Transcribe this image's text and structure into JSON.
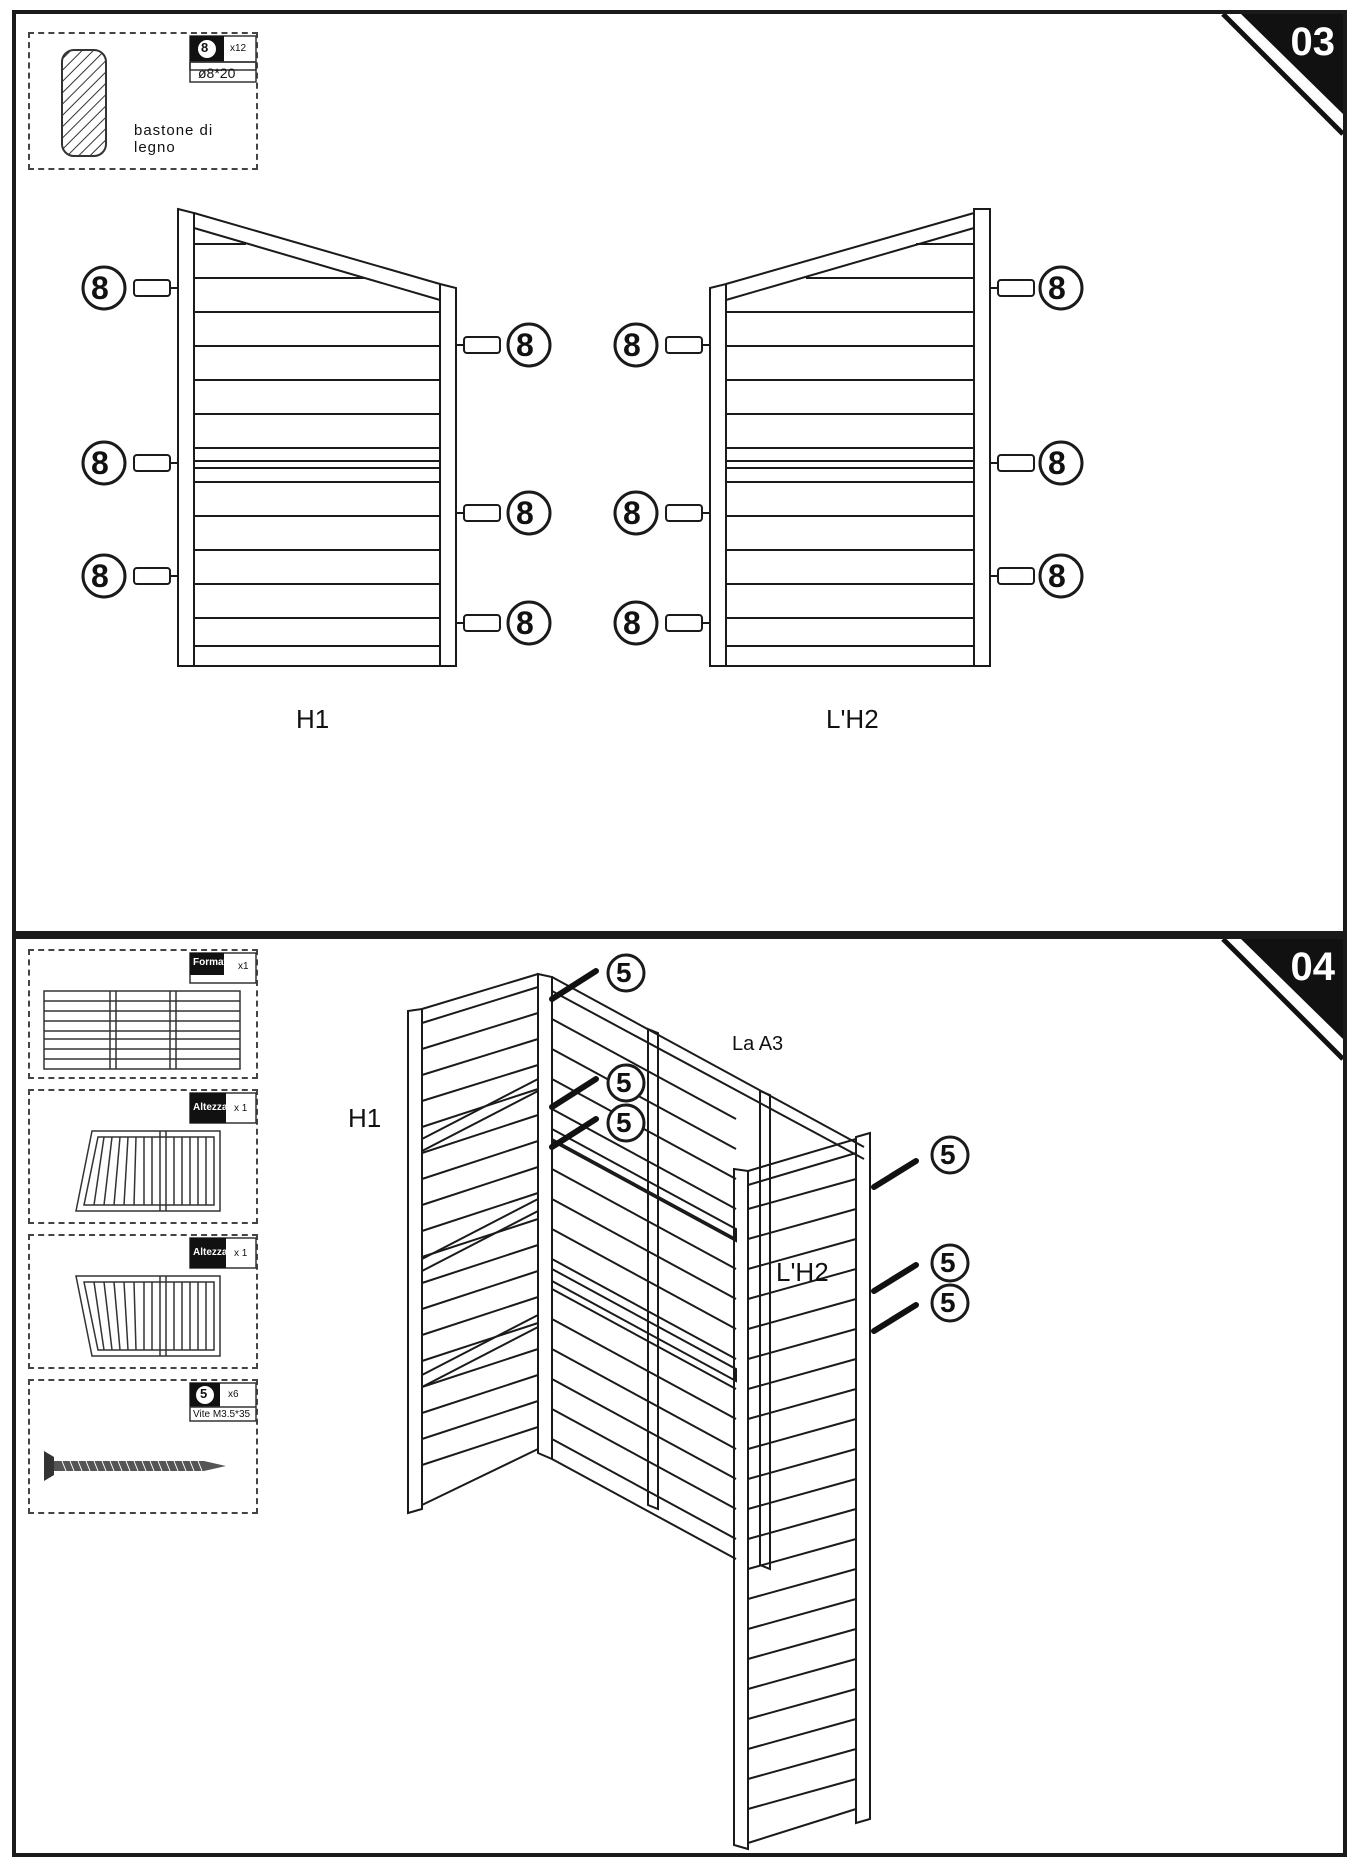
{
  "step3": {
    "number": "03",
    "part_box": {
      "part_number": "8",
      "qty_text": "x12",
      "size": "ø8*20",
      "name": "bastone di legno"
    },
    "callout_number": "8",
    "panel_left_label": "H1",
    "panel_right_label": "L'H2"
  },
  "step4": {
    "number": "04",
    "part_boxes": [
      {
        "tag": "Formato",
        "qty": "x1"
      },
      {
        "tag": "Altezza",
        "qty": "x 1"
      },
      {
        "tag": "Altezza",
        "qty": "x 1"
      }
    ],
    "screw_box": {
      "part_number": "5",
      "qty": "x6",
      "name": "Vite M3.5*35"
    },
    "callout_number": "5",
    "label_h1": "H1",
    "label_a3": "La  A3",
    "label_h2": "L'H2"
  },
  "colors": {
    "line": "#1a1a1a",
    "badge": "#111111",
    "background": "#ffffff"
  }
}
